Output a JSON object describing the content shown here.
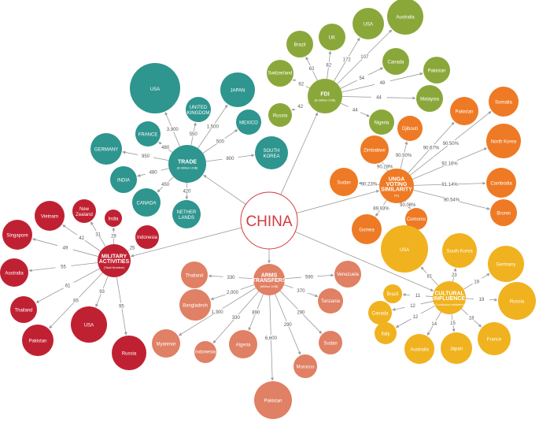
{
  "center": {
    "label": "CHINA"
  },
  "colors": {
    "fdi": "#8aa83a",
    "trade": "#2e958f",
    "unga": "#ee7a25",
    "military": "#c02132",
    "arms": "#e08064",
    "cultural": "#f0b21e",
    "center_stroke": "#d23a3f"
  },
  "groups": [
    {
      "id": "fdi",
      "title": [
        "FDI"
      ],
      "subtitle": "(In Billion US$)",
      "children": [
        {
          "label": [
            "Brazil"
          ],
          "value": "62"
        },
        {
          "label": [
            "UK"
          ],
          "value": "82"
        },
        {
          "label": [
            "USA"
          ],
          "value": "172"
        },
        {
          "label": [
            "Australia"
          ],
          "value": "107"
        },
        {
          "label": [
            "Switzerland"
          ],
          "value": "62"
        },
        {
          "label": [
            "Canada"
          ],
          "value": "54"
        },
        {
          "label": [
            "Pakistan"
          ],
          "value": "49"
        },
        {
          "label": [
            "Malaysia"
          ],
          "value": "44"
        },
        {
          "label": [
            "Russia"
          ],
          "value": "42"
        },
        {
          "label": [
            "Nigeria"
          ],
          "value": "44"
        }
      ]
    },
    {
      "id": "trade",
      "title": [
        "TRADE"
      ],
      "subtitle": "(In Billion US$)",
      "children": [
        {
          "label": [
            "USA"
          ],
          "value": "3,900"
        },
        {
          "label": [
            "UNITED",
            "KINGDOM"
          ],
          "value": "550"
        },
        {
          "label": [
            "JAPAN"
          ],
          "value": "1,500"
        },
        {
          "label": [
            "MEXICO"
          ],
          "value": "500"
        },
        {
          "label": [
            "FRANCE"
          ],
          "value": "480"
        },
        {
          "label": [
            "GERMANY"
          ],
          "value": "950"
        },
        {
          "label": [
            "SOUTH",
            "KOREA"
          ],
          "value": "800"
        },
        {
          "label": [
            "INDIA"
          ],
          "value": "480"
        },
        {
          "label": [
            "CANADA"
          ],
          "value": "450"
        },
        {
          "label": [
            "NETHER",
            "LANDS"
          ],
          "value": "420"
        }
      ]
    },
    {
      "id": "unga",
      "title": [
        "UNGA",
        "VOTING",
        "SIMILARITY"
      ],
      "subtitle": "(%)",
      "children": [
        {
          "label": [
            "Djibouti"
          ],
          "value": "90.50%"
        },
        {
          "label": [
            "Pakistan"
          ],
          "value": "90.67%"
        },
        {
          "label": [
            "Somalia"
          ],
          "value": "90.50%"
        },
        {
          "label": [
            "Zimbabwe"
          ],
          "value": "90.28%"
        },
        {
          "label": [
            "North Korea"
          ],
          "value": "92.16%"
        },
        {
          "label": [
            "Sudan"
          ],
          "value": "90.23%"
        },
        {
          "label": [
            "Cambodia"
          ],
          "value": "91.14%"
        },
        {
          "label": [
            "Brunei"
          ],
          "value": "90.54%"
        },
        {
          "label": [
            "Guinea"
          ],
          "value": "89.93%"
        },
        {
          "label": [
            "Comoros"
          ],
          "value": "90.08%"
        }
      ]
    },
    {
      "id": "military",
      "title": [
        "MILITARY",
        "ACTIVITIES"
      ],
      "subtitle": "(Total Number)",
      "children": [
        {
          "label": [
            "Vietnam"
          ],
          "value": "42"
        },
        {
          "label": [
            "New",
            "Zealand"
          ],
          "value": "31"
        },
        {
          "label": [
            "India"
          ],
          "value": "29"
        },
        {
          "label": [
            "Indonesia"
          ],
          "value": "25"
        },
        {
          "label": [
            "Singapore"
          ],
          "value": "49"
        },
        {
          "label": [
            "Australia"
          ],
          "value": "55"
        },
        {
          "label": [
            "Thailand"
          ],
          "value": "61"
        },
        {
          "label": [
            "Pakistan"
          ],
          "value": "85"
        },
        {
          "label": [
            "USA"
          ],
          "value": "93"
        },
        {
          "label": [
            "Russia"
          ],
          "value": "95"
        }
      ]
    },
    {
      "id": "arms",
      "title": [
        "ARMS",
        "TRANSFERS"
      ],
      "subtitle": "(Million US$)",
      "children": [
        {
          "label": [
            "Thailand"
          ],
          "value": "330"
        },
        {
          "label": [
            "Venezuela"
          ],
          "value": "590"
        },
        {
          "label": [
            "Bangladesh"
          ],
          "value": "2,000"
        },
        {
          "label": [
            "Tanzania"
          ],
          "value": "370"
        },
        {
          "label": [
            "Myanmar"
          ],
          "value": "1,300"
        },
        {
          "label": [
            "Indonesia"
          ],
          "value": "330"
        },
        {
          "label": [
            "Algeria"
          ],
          "value": "890"
        },
        {
          "label": [
            "Sudan"
          ],
          "value": "290"
        },
        {
          "label": [
            "Morocco"
          ],
          "value": "290"
        },
        {
          "label": [
            "Pakistan"
          ],
          "value": "6,600"
        }
      ]
    },
    {
      "id": "cultural",
      "title": [
        "CULTURAL",
        "INFLUENCE"
      ],
      "subtitle": "(Confucius Institutes)",
      "children": [
        {
          "label": [
            "USA"
          ],
          "value": "81"
        },
        {
          "label": [
            "South Korea"
          ],
          "value": "23"
        },
        {
          "label": [
            "Germany"
          ],
          "value": "19"
        },
        {
          "label": [
            "Brazil"
          ],
          "value": "11"
        },
        {
          "label": [
            "Canada"
          ],
          "value": "12"
        },
        {
          "label": [
            "Russia"
          ],
          "value": "19"
        },
        {
          "label": [
            "Italy"
          ],
          "value": "12"
        },
        {
          "label": [
            "Australia"
          ],
          "value": "14"
        },
        {
          "label": [
            "Japan"
          ],
          "value": "15"
        },
        {
          "label": [
            "France"
          ],
          "value": "18"
        }
      ]
    }
  ]
}
